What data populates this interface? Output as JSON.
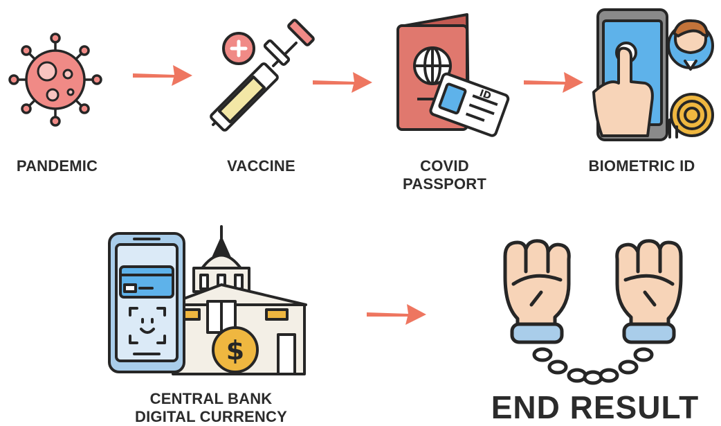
{
  "steps": [
    {
      "label": "PANDEMIC",
      "icon": "virus-icon"
    },
    {
      "label": "VACCINE",
      "icon": "syringe-icon"
    },
    {
      "label": "COVID\nPASSPORT",
      "icon": "passport-icon"
    },
    {
      "label": "BIOMETRIC ID",
      "icon": "biometric-phone-icon"
    },
    {
      "label": "CENTRAL BANK\nDIGITAL CURRENCY",
      "icon": "bank-phone-icon"
    },
    {
      "label": "END RESULT",
      "icon": "handcuffed-fists-icon"
    }
  ],
  "colors": {
    "outline": "#262626",
    "arrow": "#ee7660",
    "virus": "#f08a86",
    "syringe_fill": "#f3e7a6",
    "passport": "#e0786e",
    "screen_blue": "#5eb2ea",
    "phone_light": "#dbeaf7",
    "skin": "#f7d4b8",
    "gold": "#efb740",
    "bank_wall": "#f3efe6",
    "cuff_blue": "#a9cdea"
  }
}
